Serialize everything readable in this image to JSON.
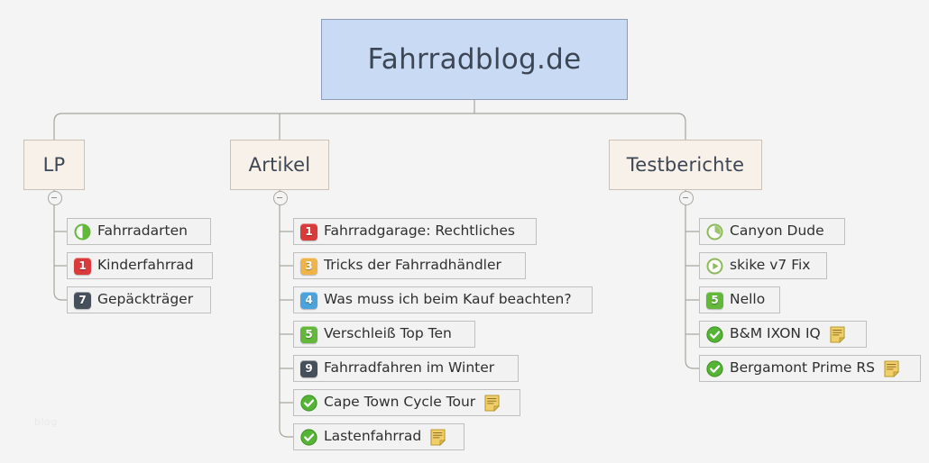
{
  "canvas": {
    "background": "#f4f4f4",
    "watermark": "blog"
  },
  "colors": {
    "root_fill": "#c9daf5",
    "root_border": "#8d9bb5",
    "branch_fill": "#f8f1e9",
    "branch_border": "#c9c2b4",
    "leaf_fill": "#f2f2f2",
    "leaf_border": "#bfbfbf",
    "edge": "#a8a49c",
    "icon_red": "#d93b3b",
    "icon_orange": "#eeb44a",
    "icon_blue": "#4aa3dd",
    "icon_green": "#63b73a",
    "icon_dark": "#46505c",
    "icon_check_green": "#54b435",
    "icon_note_yellow": "#f0cf6b",
    "text_dark": "#3d4654"
  },
  "root": {
    "label": "Fahrradblog.de"
  },
  "branches": [
    {
      "id": "lp",
      "label": "LP",
      "collapse_toggle": "minus",
      "children": [
        {
          "label": "Fahrradarten",
          "icon": "half-circle-icon",
          "icon_kind": "halfcircle",
          "icon_color": "#63b73a",
          "badge": "",
          "note": false
        },
        {
          "label": "Kinderfahrrad",
          "icon": "priority-1-icon",
          "icon_kind": "number",
          "icon_color": "#d93b3b",
          "badge": "1",
          "note": false
        },
        {
          "label": "Gepäckträger",
          "icon": "priority-7-icon",
          "icon_kind": "number",
          "icon_color": "#46505c",
          "badge": "7",
          "note": false
        }
      ]
    },
    {
      "id": "artikel",
      "label": "Artikel",
      "collapse_toggle": "minus",
      "children": [
        {
          "label": "Fahrradgarage: Rechtliches",
          "icon": "priority-1-icon",
          "icon_kind": "number",
          "icon_color": "#d93b3b",
          "badge": "1",
          "note": false
        },
        {
          "label": "Tricks der Fahrradhändler",
          "icon": "priority-3-icon",
          "icon_kind": "number",
          "icon_color": "#eeb44a",
          "badge": "3",
          "note": false
        },
        {
          "label": "Was muss ich beim Kauf beachten?",
          "icon": "priority-4-icon",
          "icon_kind": "number",
          "icon_color": "#4aa3dd",
          "badge": "4",
          "note": false
        },
        {
          "label": "Verschleiß Top Ten",
          "icon": "priority-5-icon",
          "icon_kind": "number",
          "icon_color": "#63b73a",
          "badge": "5",
          "note": false
        },
        {
          "label": "Fahrradfahren im Winter",
          "icon": "priority-9-icon",
          "icon_kind": "number",
          "icon_color": "#46505c",
          "badge": "9",
          "note": false
        },
        {
          "label": "Cape Town Cycle Tour",
          "icon": "check-circle-icon",
          "icon_kind": "check",
          "icon_color": "#54b435",
          "badge": "",
          "note": true
        },
        {
          "label": "Lastenfahrrad",
          "icon": "check-circle-icon",
          "icon_kind": "check",
          "icon_color": "#54b435",
          "badge": "",
          "note": true
        }
      ]
    },
    {
      "id": "testberichte",
      "label": "Testberichte",
      "collapse_toggle": "minus",
      "children": [
        {
          "label": "Canyon Dude",
          "icon": "clock-progress-icon",
          "icon_kind": "clock",
          "icon_color": "#8cba5a",
          "badge": "",
          "note": false
        },
        {
          "label": "skike v7 Fix",
          "icon": "play-circle-icon",
          "icon_kind": "play",
          "icon_color": "#8cba5a",
          "badge": "",
          "note": false
        },
        {
          "label": "Nello",
          "icon": "priority-5-icon",
          "icon_kind": "number",
          "icon_color": "#63b73a",
          "badge": "5",
          "note": false
        },
        {
          "label": "B&M IXON IQ",
          "icon": "check-circle-icon",
          "icon_kind": "check",
          "icon_color": "#54b435",
          "badge": "",
          "note": true
        },
        {
          "label": "Bergamont Prime RS",
          "icon": "check-circle-icon",
          "icon_kind": "check",
          "icon_color": "#54b435",
          "badge": "",
          "note": true
        }
      ]
    }
  ]
}
